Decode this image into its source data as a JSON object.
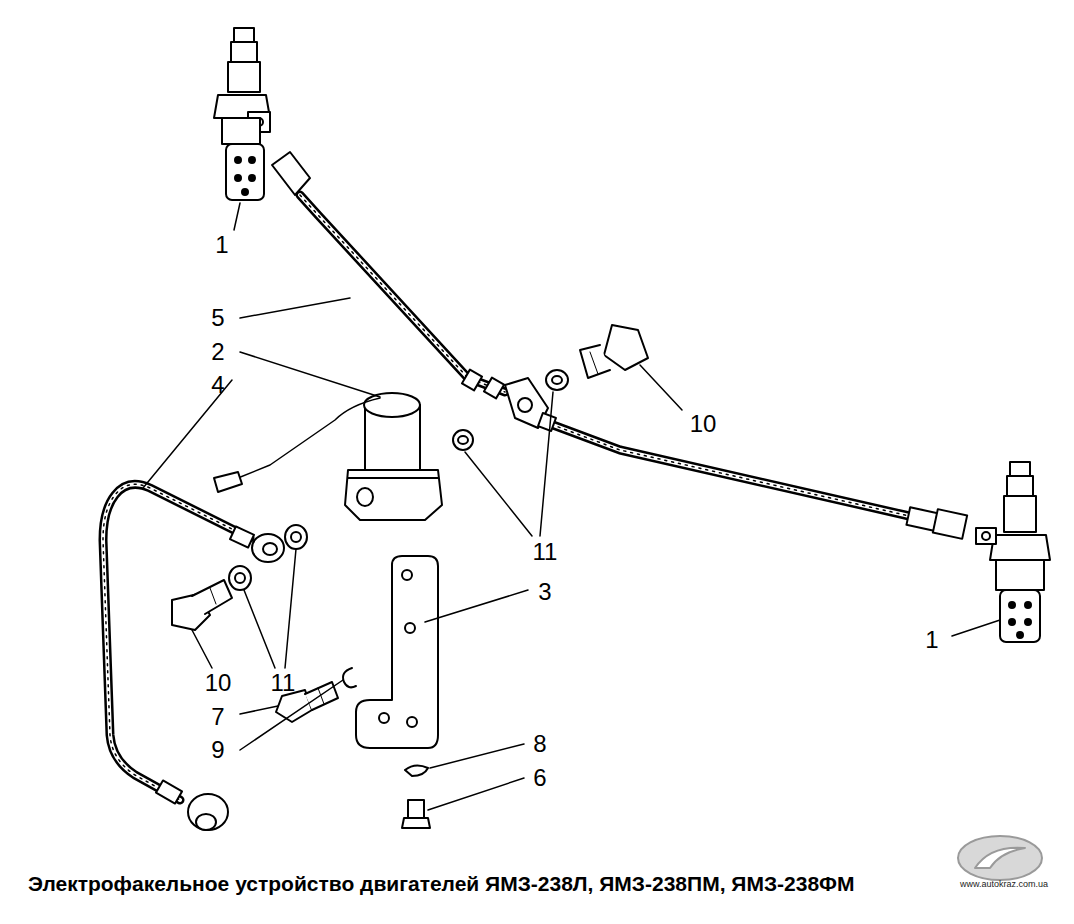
{
  "diagram": {
    "caption": "Электрофакельное устройство двигателей ЯМЗ-238Л, ЯМЗ-238ПМ, ЯМЗ-238ФМ",
    "labels": [
      "1",
      "5",
      "2",
      "4",
      "10",
      "11",
      "3",
      "1",
      "10",
      "11",
      "7",
      "8",
      "9",
      "6",
      "www.autokraz.com.ua"
    ]
  }
}
